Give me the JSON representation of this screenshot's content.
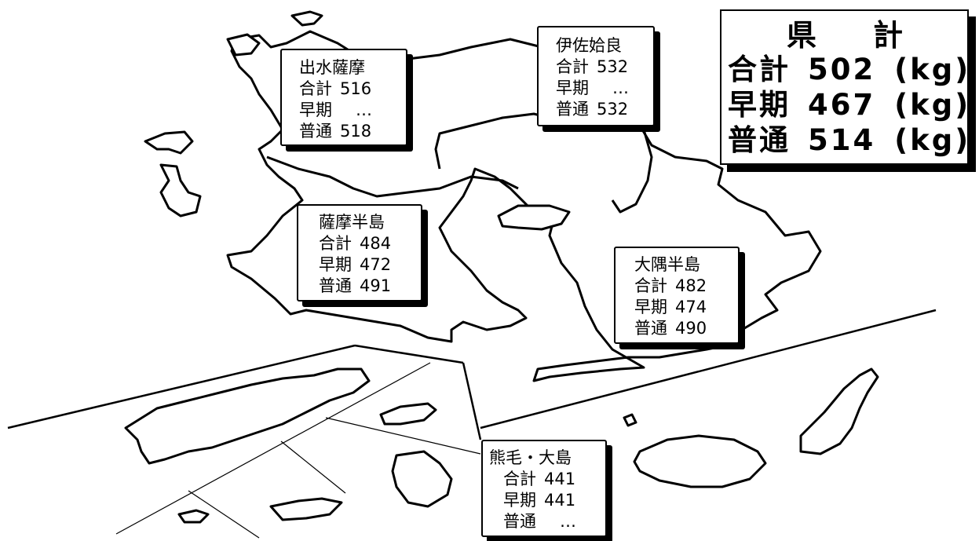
{
  "regions": [
    {
      "id": "izumi",
      "name": "出水薩摩",
      "rows": [
        {
          "label": "合計",
          "value": "516"
        },
        {
          "label": "早期",
          "value": "…"
        },
        {
          "label": "普通",
          "value": "518"
        }
      ]
    },
    {
      "id": "isa",
      "name": "伊佐姶良",
      "rows": [
        {
          "label": "合計",
          "value": "532"
        },
        {
          "label": "早期",
          "value": "…"
        },
        {
          "label": "普通",
          "value": "532"
        }
      ]
    },
    {
      "id": "satsuma",
      "name": "薩摩半島",
      "rows": [
        {
          "label": "合計",
          "value": "484"
        },
        {
          "label": "早期",
          "value": "472"
        },
        {
          "label": "普通",
          "value": "491"
        }
      ]
    },
    {
      "id": "osumi",
      "name": "大隅半島",
      "rows": [
        {
          "label": "合計",
          "value": "482"
        },
        {
          "label": "早期",
          "value": "474"
        },
        {
          "label": "普通",
          "value": "490"
        }
      ]
    },
    {
      "id": "kumage",
      "name": "熊毛・大島",
      "rows": [
        {
          "label": "合計",
          "value": "441"
        },
        {
          "label": "早期",
          "value": "441"
        },
        {
          "label": "普通",
          "value": "…"
        }
      ]
    }
  ],
  "total": {
    "title_left": "県",
    "title_right": "計",
    "unit": "(kg)",
    "rows": [
      {
        "label": "合計",
        "value": "502"
      },
      {
        "label": "早期",
        "value": "467"
      },
      {
        "label": "普通",
        "value": "514"
      }
    ]
  }
}
